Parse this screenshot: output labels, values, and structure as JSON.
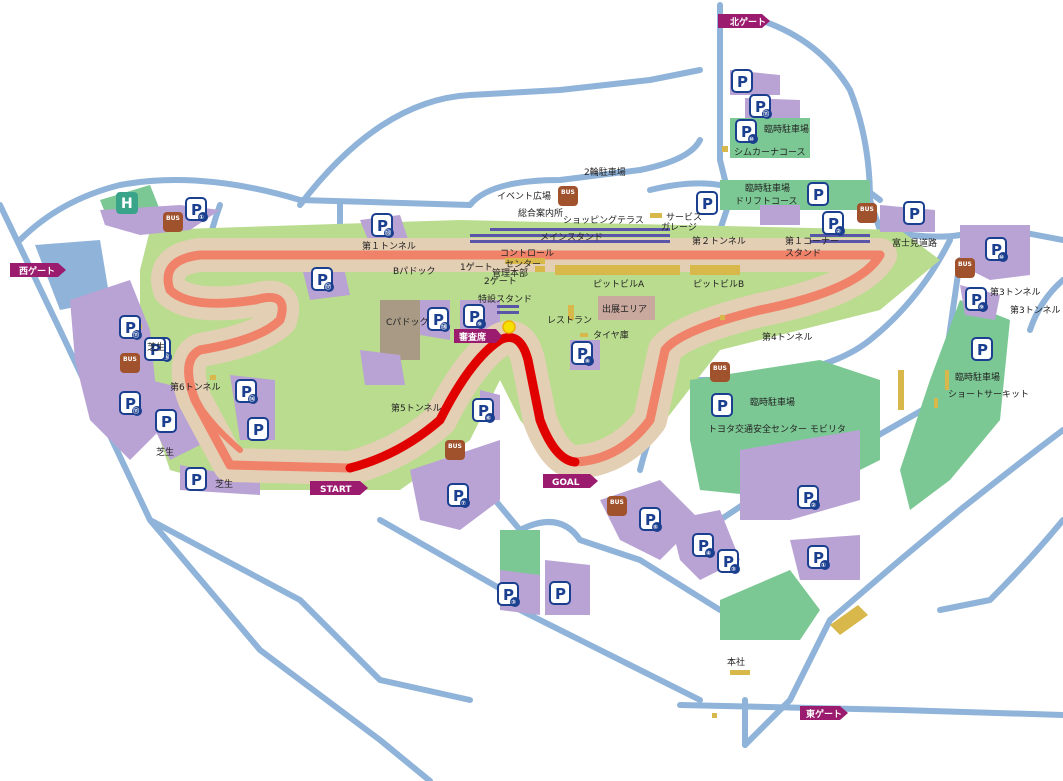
{
  "colors": {
    "road": "#8fb3d9",
    "lot": "#b9a3d4",
    "green": "#7cc894",
    "light_green": "#b9dc8e",
    "runoff": "#e3cfb4",
    "track": "#f0826a",
    "race": "#e00000",
    "gate": "#9b1b6e",
    "building": "#d8b84a",
    "paddock": "#a89a85",
    "exhibit": "#c9a89e",
    "stand": "#5a55a8",
    "pblue": "#1b3f8f",
    "bus": "#a0522d"
  },
  "gates": [
    {
      "label": "北ゲート"
    },
    {
      "label": "西ゲート"
    },
    {
      "label": "東ゲート"
    }
  ],
  "start_label": "START",
  "goal_label": "GOAL",
  "judge_label": "審査席",
  "heli_label": "H",
  "bus_label": "BUS",
  "labels": [
    "臨時駐車場",
    "シムカーナコース",
    "臨時駐車場",
    "ドリフトコース",
    "2輪駐車場",
    "イベント広場",
    "総合案内所",
    "ショッピングテラス",
    "サービス",
    "ガレージ",
    "メインスタンド",
    "コントロール",
    "センター",
    "管理本部",
    "第２トンネル",
    "第１コーナー",
    "スタンド",
    "富士見道路",
    "第１トンネル",
    "Bパドック",
    "1ゲート",
    "2ゲート",
    "ピットビルA",
    "ピットビルB",
    "特設スタンド",
    "Cパドック",
    "出展エリア",
    "レストラン",
    "タイヤ庫",
    "第4トンネル",
    "第3トンネル",
    "第3トンネル",
    "臨時駐車場",
    "ショートサーキット",
    "臨時駐車場",
    "トヨタ交通安全センター モビリタ",
    "第6トンネル",
    "第5トンネル",
    "芝生",
    "芝生",
    "芝生",
    "本社"
  ],
  "parking": [
    {
      "id": "p-north-1",
      "sub": ""
    },
    {
      "id": "p-north-2",
      "sub": "⑪"
    },
    {
      "id": "p-north-3",
      "sub": "⑩"
    },
    {
      "id": "p-drift",
      "sub": ""
    },
    {
      "id": "p-west-top",
      "sub": "①"
    },
    {
      "id": "p-gate1",
      "sub": ""
    },
    {
      "id": "p-fujimi",
      "sub": ""
    },
    {
      "id": "p-stand1",
      "sub": "②"
    },
    {
      "id": "p-tunnel1",
      "sub": "⑬"
    },
    {
      "id": "p-inner-w",
      "sub": "⑰"
    },
    {
      "id": "p-c-paddock",
      "sub": "⑱"
    },
    {
      "id": "p-special",
      "sub": "⑨"
    },
    {
      "id": "p-c2",
      "sub": "⑯"
    },
    {
      "id": "p-restaurant",
      "sub": "⑧"
    },
    {
      "id": "p-east-small1",
      "sub": "⑩"
    },
    {
      "id": "p-east-small2",
      "sub": "⑨"
    },
    {
      "id": "p-short-top",
      "sub": ""
    },
    {
      "id": "p-west-big",
      "sub": "⑪"
    },
    {
      "id": "p-west-mid",
      "sub": ""
    },
    {
      "id": "p-west-low",
      "sub": "⑪"
    },
    {
      "id": "p-west-low2",
      "sub": ""
    },
    {
      "id": "p-tunnel6a",
      "sub": "⑭"
    },
    {
      "id": "p-tunnel6b",
      "sub": ""
    },
    {
      "id": "p-start",
      "sub": ""
    },
    {
      "id": "p-tunnel5",
      "sub": "⑥"
    },
    {
      "id": "p-7",
      "sub": "⑦"
    },
    {
      "id": "p-mobility",
      "sub": ""
    },
    {
      "id": "p-5",
      "sub": "⑤"
    },
    {
      "id": "p-4",
      "sub": "④"
    },
    {
      "id": "p-3a",
      "sub": "③"
    },
    {
      "id": "p-2",
      "sub": "②"
    },
    {
      "id": "p-1",
      "sub": "①"
    },
    {
      "id": "p-3b",
      "sub": "③"
    },
    {
      "id": "p-s",
      "sub": ""
    }
  ]
}
